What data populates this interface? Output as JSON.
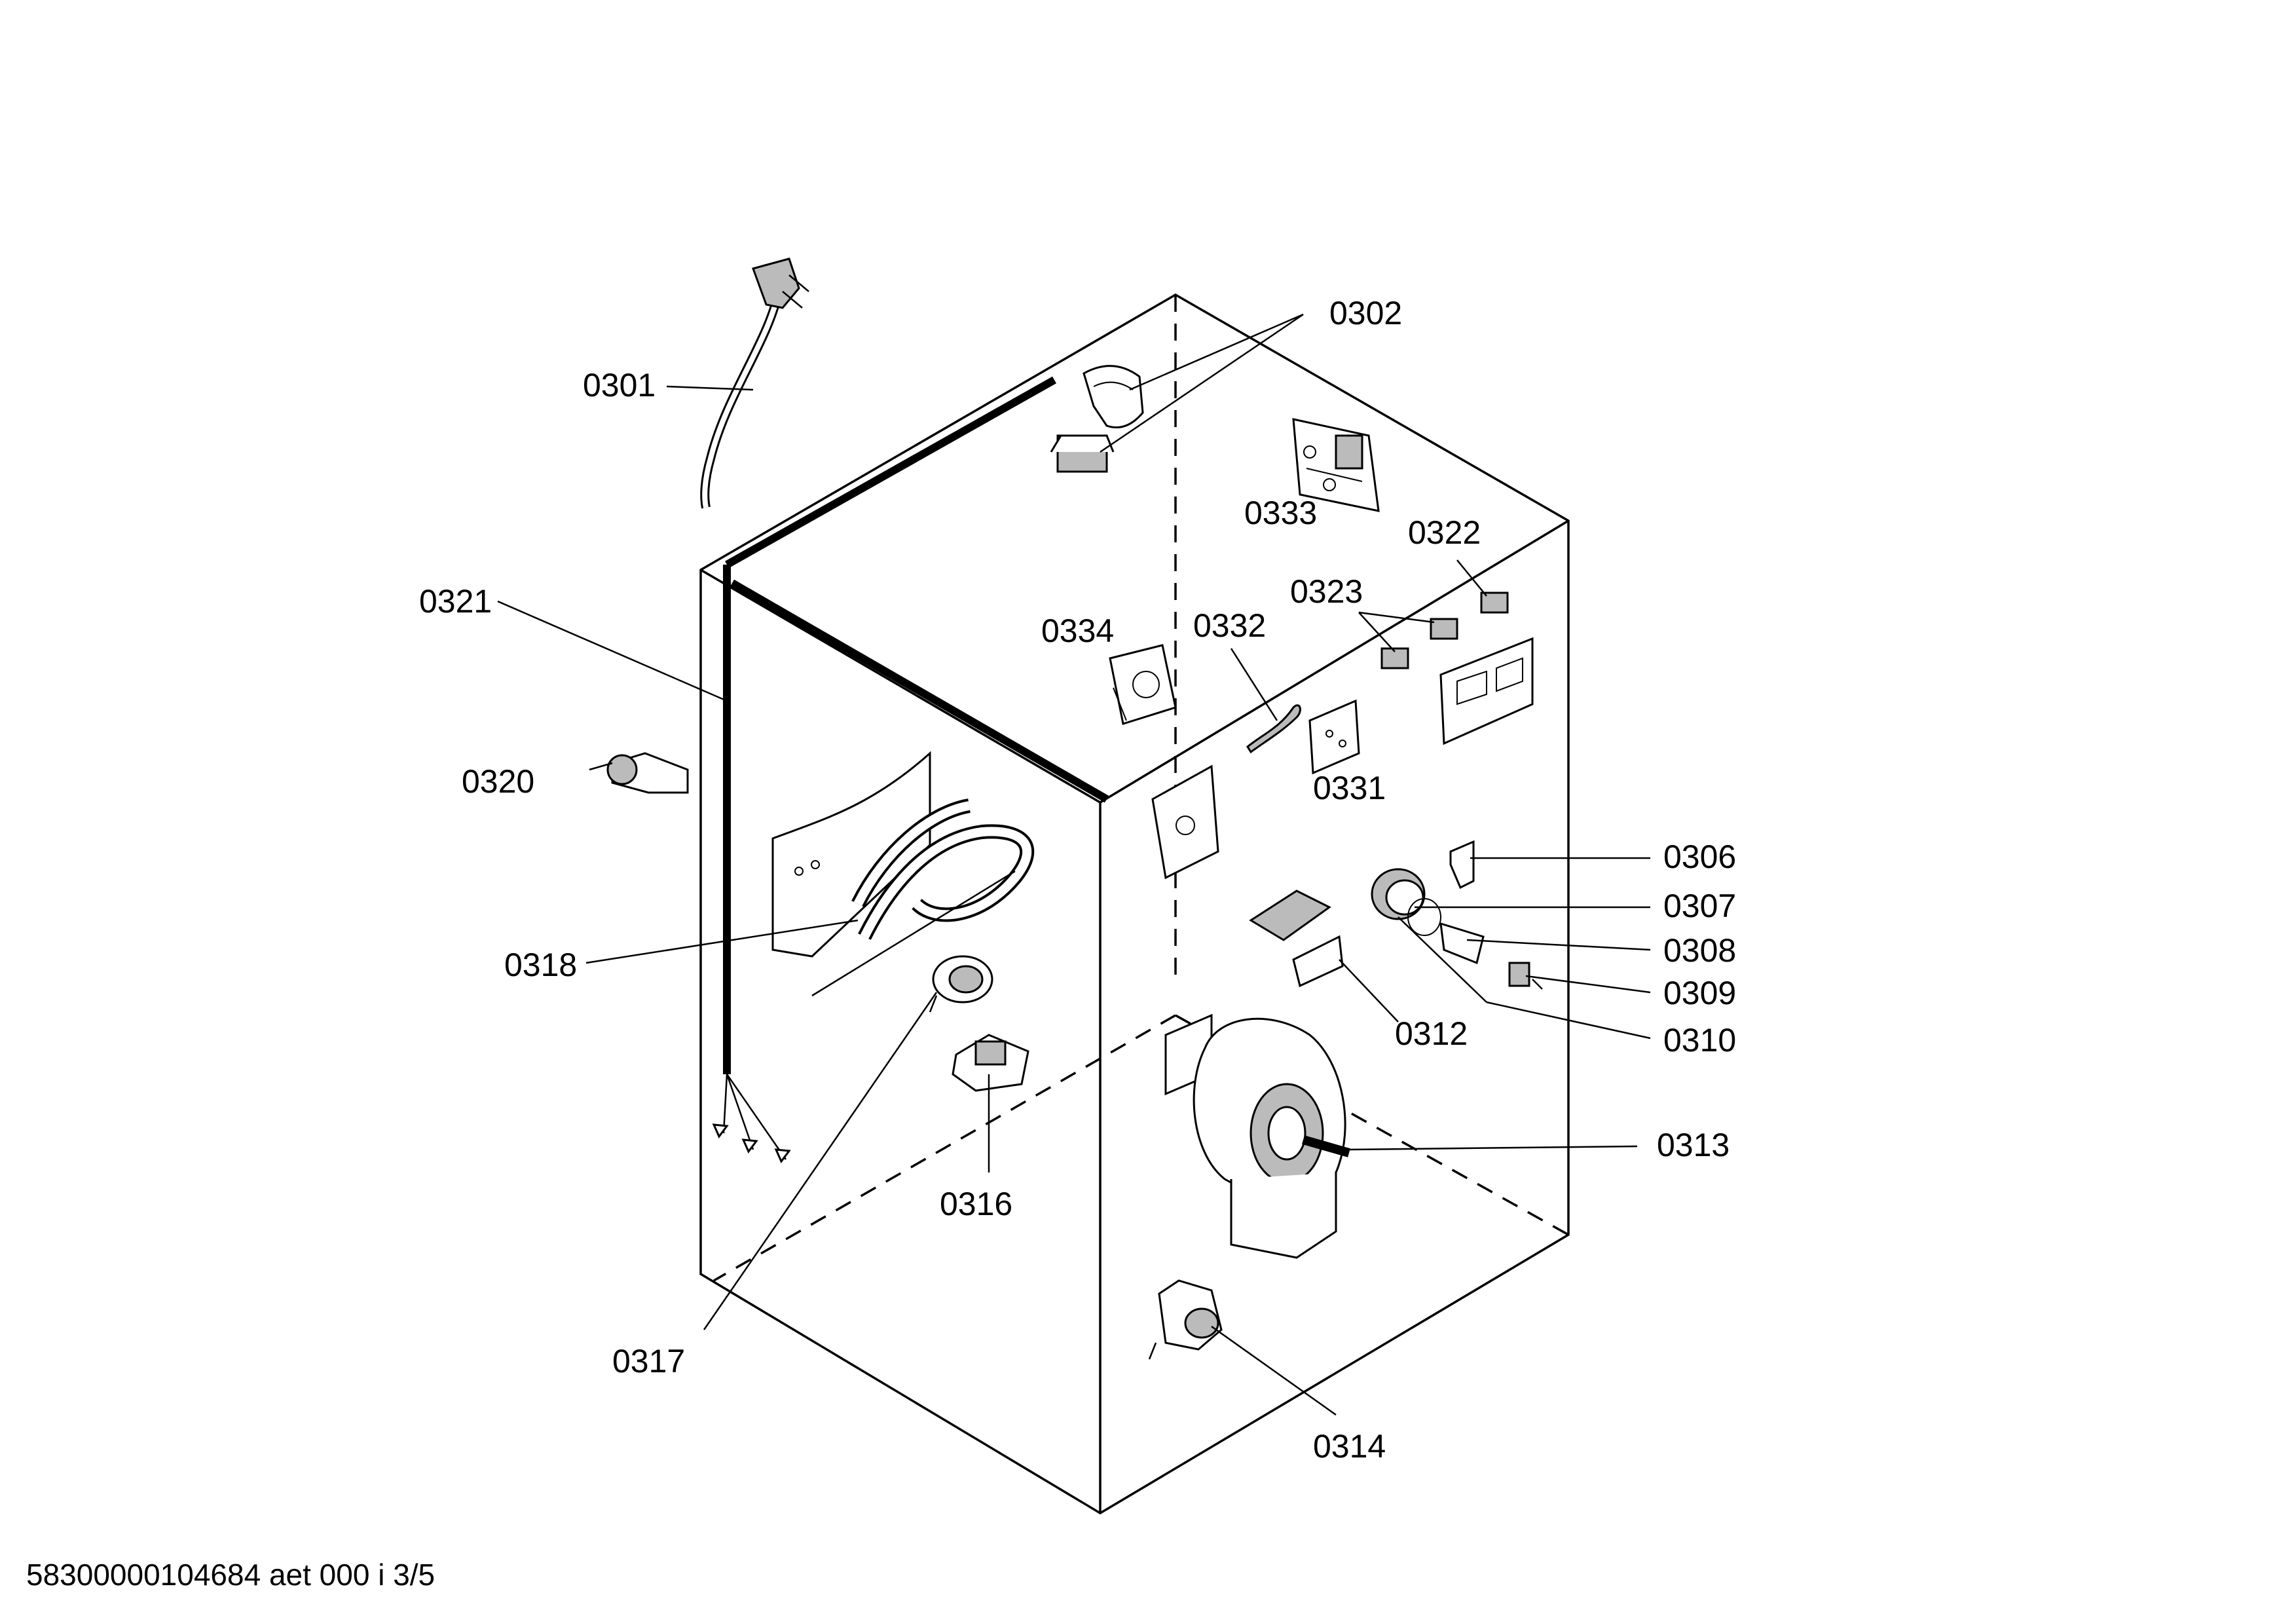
{
  "labels": {
    "p0301": "0301",
    "p0302": "0302",
    "p0306": "0306",
    "p0307": "0307",
    "p0308": "0308",
    "p0309": "0309",
    "p0310": "0310",
    "p0312": "0312",
    "p0313": "0313",
    "p0314": "0314",
    "p0316": "0316",
    "p0317": "0317",
    "p0318": "0318",
    "p0320": "0320",
    "p0321": "0321",
    "p0322": "0322",
    "p0323": "0323",
    "p0331": "0331",
    "p0332": "0332",
    "p0333": "0333",
    "p0334": "0334"
  },
  "footer": {
    "doc_id": "58300000104684 aet 000 i 3/5"
  }
}
